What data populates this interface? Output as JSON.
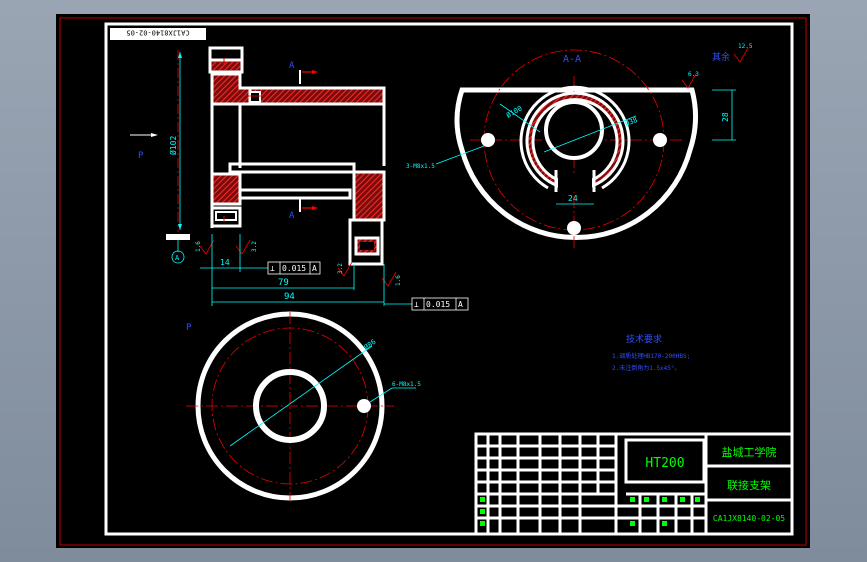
{
  "drawing": {
    "code_stamp": "CA1JX8140-02-05",
    "colors": {
      "background": "#000000",
      "frame": "#ffffff",
      "border": "#c00000",
      "centerline": "#e00000",
      "dimension": "#00ffff",
      "annotation": "#2f4fff",
      "title_text": "#00ff00",
      "cut_marker": "#ff0000"
    }
  },
  "views": {
    "front": {
      "section_mark_top": "A",
      "section_mark_bottom": "A",
      "view_arrow": "P",
      "dim_height": "Ø102",
      "datum": "A",
      "dim_14": "14",
      "dim_79": "79",
      "dim_94": "94",
      "roughness_a": "1.6",
      "roughness_b": "3.2",
      "roughness_c": "3.2",
      "roughness_d": "1.6",
      "tol_1": {
        "symbol": "⊥",
        "value": "0.015",
        "datum": "A"
      },
      "tol_2": {
        "symbol": "⊥",
        "value": "0.015",
        "datum": "A"
      }
    },
    "section": {
      "title": "A-A",
      "dim_hole_circle": "Ø100",
      "dim_outer": "Ø38",
      "dim_thread": "3-M8x1.5",
      "dim_slot": "24",
      "dim_side": "28",
      "roughness": "6.3",
      "rest": "其余",
      "rest_roughness": "12.5"
    },
    "p_view": {
      "title": "P",
      "dim_dia": "Ø86",
      "dim_thread": "6-M8x1.5"
    }
  },
  "tech_requirements": {
    "title": "技术要求",
    "line1": "1.调质处理HB170-200HBS;",
    "line2": "2.未注倒角为1.5x45°。"
  },
  "title_block": {
    "material": "HT200",
    "school": "盐城工学院",
    "part_name": "联接支架",
    "drawing_no": "CA1JX8140-02-05"
  }
}
